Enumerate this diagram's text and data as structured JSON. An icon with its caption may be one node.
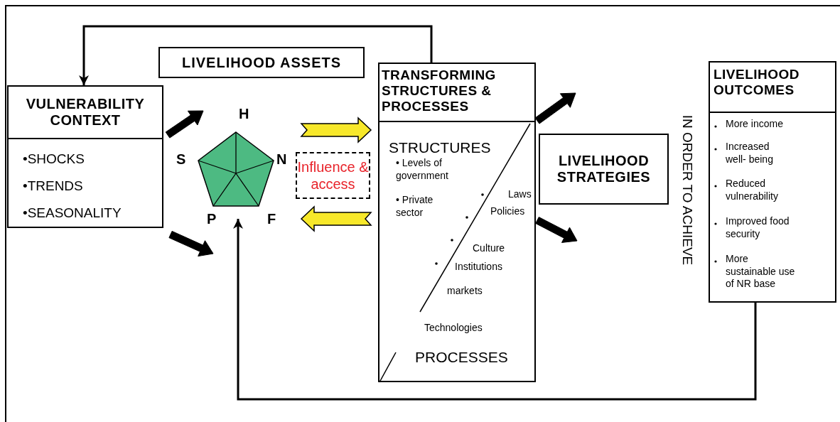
{
  "diagram": {
    "nodes": [
      {
        "text": [
          "VULNERABILITY CONTEXT",
          "•SHOCKS",
          "•TRENDS",
          "•SEASONALITY"
        ]
      },
      {
        "text": [
          "LIVELIHOOD ASSETS"
        ]
      },
      {
        "text": [],
        "shape": "pentagon",
        "beside": [
          "H",
          "N",
          "F",
          "P",
          "S"
        ]
      },
      {
        "text": [
          "Influence & access"
        ]
      },
      {
        "text": [
          "TRANSFORMING STRUCTURES & PROCESSES",
          "STRUCTURES",
          "• Levels of government",
          "• Private sector",
          "Laws",
          "Policies",
          "Culture",
          "Institutions",
          "markets",
          "Technologies",
          "PROCESSES"
        ]
      },
      {
        "text": [
          "LIVELIHOOD STRATEGIES"
        ]
      },
      {
        "text": [
          "LIVELIHOOD OUTCOMES",
          "More income",
          "Increased well- being",
          "Reduced vulnerability",
          "Improved food security",
          "More sustainable use of NR base"
        ]
      }
    ],
    "edges": [
      {
        "from": 4,
        "to": 0,
        "arrow": "to"
      },
      {
        "from": 0,
        "to": 2,
        "arrow": "to",
        "style": "thick"
      },
      {
        "from": 0,
        "to": 2,
        "arrow": "to",
        "style": "thick"
      },
      {
        "from": 2,
        "to": 4,
        "arrow": "to",
        "style": "thick",
        "color": "#f7e82a"
      },
      {
        "from": 4,
        "to": 2,
        "arrow": "to",
        "style": "thick",
        "color": "#f7e82a"
      },
      {
        "from": 4,
        "to": 5,
        "arrow": "to",
        "style": "thick"
      },
      {
        "from": 4,
        "to": 5,
        "arrow": "to",
        "style": "thick"
      },
      {
        "from": 6,
        "to": 2,
        "arrow": "to"
      }
    ],
    "labels": [
      "IN ORDER TO ACHIEVE"
    ]
  }
}
